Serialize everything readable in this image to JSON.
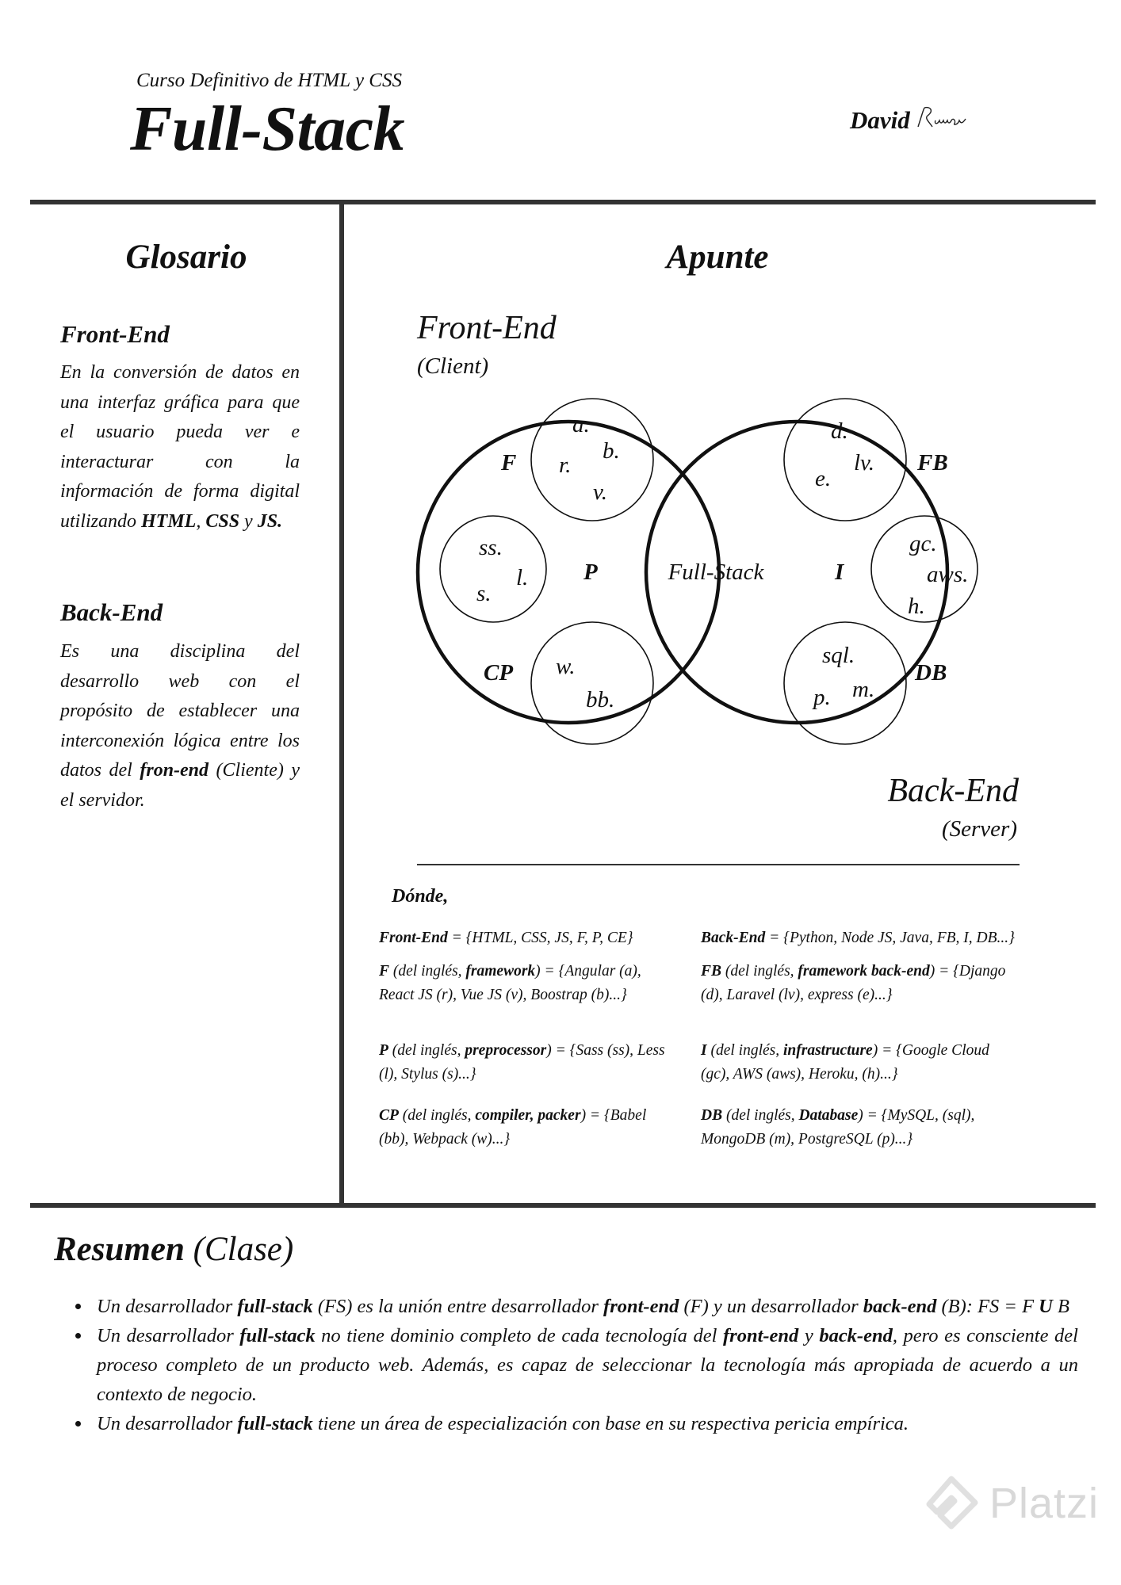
{
  "header": {
    "course": "Curso Definitivo de HTML y CSS",
    "title": "Full-Stack",
    "author": "David",
    "signature": "Ramos"
  },
  "glossary": {
    "title": "Glosario",
    "entries": [
      {
        "term": "Front-End",
        "parts": [
          "En la conversión de datos en una interfaz gráfica para que el usuario pueda ver e interacturar con la información de forma digital utilizando ",
          "HTML",
          ", ",
          "CSS",
          " y ",
          "JS."
        ]
      },
      {
        "term": "Back-End",
        "parts": [
          "Es una disciplina del desarrollo web con el propósito de establecer una interconexión lógica entre los datos del ",
          "fron-end",
          " (Cliente) y el servidor."
        ]
      }
    ]
  },
  "notes": {
    "title": "Apunte",
    "front_label": "Front-End",
    "front_sub": "(Client)",
    "back_label": "Back-End",
    "back_sub": "(Server)",
    "venn": {
      "center": "Full-Stack",
      "front_groups": [
        {
          "name": "F",
          "items": [
            "a.",
            "b.",
            "r.",
            "v."
          ]
        },
        {
          "name": "P",
          "items": [
            "ss.",
            "l.",
            "s."
          ]
        },
        {
          "name": "CP",
          "items": [
            "w.",
            "bb."
          ]
        }
      ],
      "back_groups": [
        {
          "name": "FB",
          "items": [
            "d.",
            "lv.",
            "e."
          ]
        },
        {
          "name": "I",
          "items": [
            "gc.",
            "aws.",
            "h."
          ]
        },
        {
          "name": "DB",
          "items": [
            "sql.",
            "m.",
            "p."
          ]
        }
      ]
    },
    "where_label": "Dónde,",
    "definitions_left": [
      {
        "bold": "Front-End",
        "text": " = {HTML, CSS, JS, F, P, CE}"
      },
      {
        "bold": "F",
        "text": " (del inglés, ",
        "bold2": "framework",
        "text2": ") = {Angular (a), React JS (r), Vue JS (v), Boostrap (b)...}"
      },
      {
        "bold": "P",
        "text": " (del inglés, ",
        "bold2": "preprocessor",
        "text2": ") = {Sass (ss), Less (l), Stylus (s)...}"
      },
      {
        "bold": "CP",
        "text": " (del inglés, ",
        "bold2": "compiler, packer",
        "text2": ") = {Babel (bb), Webpack (w)...}"
      }
    ],
    "definitions_right": [
      {
        "bold": "Back-End",
        "text": " = {Python, Node JS, Java, FB, I, DB...}"
      },
      {
        "bold": "FB",
        "text": " (del inglés, ",
        "bold2": "framework back-end",
        "text2": ") = {Django (d), Laravel (lv), express (e)...}"
      },
      {
        "bold": "I",
        "text": " (del inglés, ",
        "bold2": "infrastructure",
        "text2": ") = {Google Cloud (gc), AWS (aws), Heroku, (h)...}"
      },
      {
        "bold": "DB",
        "text": " (del inglés, ",
        "bold2": "Database",
        "text2": ") = {MySQL, (sql), MongoDB (m), PostgreSQL (p)...}"
      }
    ]
  },
  "summary": {
    "title_bold": "Resumen",
    "title_rest": " (Clase)",
    "bullets": [
      [
        {
          "t": "Un desarrollador "
        },
        {
          "t": "full-stack",
          "b": true
        },
        {
          "t": "  (FS) es la unión entre desarrollador "
        },
        {
          "t": "front-end",
          "b": true
        },
        {
          "t": " (F) y un desarrollador "
        },
        {
          "t": "back-end",
          "b": true
        },
        {
          "t": " (B): FS = F "
        },
        {
          "t": "U",
          "b": true
        },
        {
          "t": " B"
        }
      ],
      [
        {
          "t": "Un desarrollador "
        },
        {
          "t": "full-stack",
          "b": true
        },
        {
          "t": " no tiene dominio completo de cada tecnología del "
        },
        {
          "t": "front-end",
          "b": true
        },
        {
          "t": " y "
        },
        {
          "t": "back-end",
          "b": true
        },
        {
          "t": ", pero es consciente del proceso completo de un producto web. Además, es capaz de seleccionar la tecnología más apropiada de acuerdo a un contexto de negocio."
        }
      ],
      [
        {
          "t": "Un desarrollador "
        },
        {
          "t": "full-stack",
          "b": true
        },
        {
          "t": " tiene un área de especialización con base en su respectiva pericia empírica."
        }
      ]
    ]
  },
  "watermark": "Platzi",
  "colors": {
    "ink": "#111111",
    "rule": "#333333",
    "watermark": "#d8d8d8"
  }
}
